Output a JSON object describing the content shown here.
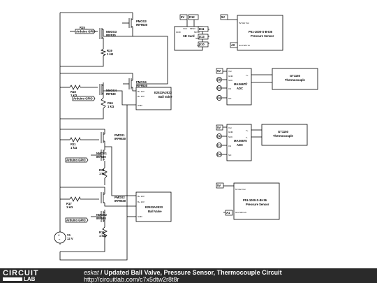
{
  "circuit": {
    "q1": {
      "name": "PMOS3",
      "part": "IRF9530"
    },
    "q2": {
      "name": "NMOS3",
      "part": "IRF530"
    },
    "q3": {
      "name": "PMOS4",
      "part": "IRF9530"
    },
    "q4": {
      "name": "NMOS4",
      "part": "IRF530"
    },
    "q5": {
      "name": "PMOS1",
      "part": "IRF9530"
    },
    "q6": {
      "name": "NMOS1",
      "part": "IRF530"
    },
    "q7": {
      "name": "PMOS2",
      "part": "IRF9530"
    },
    "q8": {
      "name": "NMOS2",
      "part": "IRF530"
    },
    "r1": {
      "name": "R15",
      "value": "1 kΩ"
    },
    "r2": {
      "name": "R19",
      "value": "1 kΩ"
    },
    "r3": {
      "name": "R18",
      "value": "1 kΩ"
    },
    "r4": {
      "name": "R16",
      "value": "1 kΩ"
    },
    "r5": {
      "name": "R11",
      "value": "1 kΩ"
    },
    "r6": {
      "name": "R21",
      "value": "1 kΩ"
    },
    "r7": {
      "name": "R17",
      "value": "1 kΩ"
    },
    "r8": {
      "name": "R16",
      "value": "1 kΩ"
    },
    "gpio1": "Arduino GPIO",
    "gpio2": "Arduino GPIO",
    "gpio3": "Arduino GPIO",
    "gpio4": "Arduino GPIO",
    "valve1": {
      "part": "E2523AJE23",
      "name": "Ball Valve",
      "pin1": "B+ 12V",
      "pin2": "B+ 12V",
      "pin3": "GND"
    },
    "valve2": {
      "part": "E2523AJE23",
      "name": "Ball Valve",
      "pin1": "B+ 12V",
      "pin2": "B+ 12V",
      "pin3": "GND"
    },
    "battery": {
      "name": "V1",
      "value": "12 V"
    },
    "sd": {
      "name": "SD Card",
      "tags": [
        "5V",
        "D12",
        "D11",
        "D13",
        "D10"
      ],
      "pins": [
        "VCC",
        "MISO",
        "GND",
        "MOSI",
        "SCK",
        "CS"
      ]
    },
    "pressure1": {
      "part": "P51-1000-S-B-I36",
      "name": "Pressure Sensor",
      "tags": [
        "5V",
        "A0"
      ],
      "pins": [
        "5V Ref Vcc",
        "Gnd Wht Vo"
      ]
    },
    "pressure2": {
      "part": "P51-1000-S-B-I36",
      "name": "Pressure Sensor",
      "tags": [
        "5V",
        "A1"
      ],
      "pins": [
        "5V Ref Vcc",
        "Gnd Wht Vo"
      ]
    },
    "adc1": {
      "part": "MAX6675",
      "name": "ADC",
      "tags": [
        "5V",
        "D8",
        "D3",
        "D4"
      ],
      "pins": [
        "Vcc",
        "GND",
        "SCK",
        "CS",
        "SO",
        "T+",
        "T-"
      ]
    },
    "adc2": {
      "part": "MAX6675",
      "name": "ADC",
      "tags": [
        "5V",
        "D6",
        "D1",
        "D4"
      ],
      "pins": [
        "Vcc",
        "GND",
        "SCK",
        "CS",
        "SO",
        "T+",
        "T-"
      ]
    },
    "tc1": {
      "part": "GT1150",
      "name": "Thermocouple"
    },
    "tc2": {
      "part": "GT1150",
      "name": "Thermocouple"
    }
  },
  "footer": {
    "logo_top": "CIRCUIT",
    "logo_bottom": "LAB",
    "author": "eskat",
    "separator": " / ",
    "title": "Updated Ball Valve, Pressure Sensor, Thermocouple Circuit",
    "url": "http://circuitlab.com/c7x5dtw2r8t8r"
  }
}
